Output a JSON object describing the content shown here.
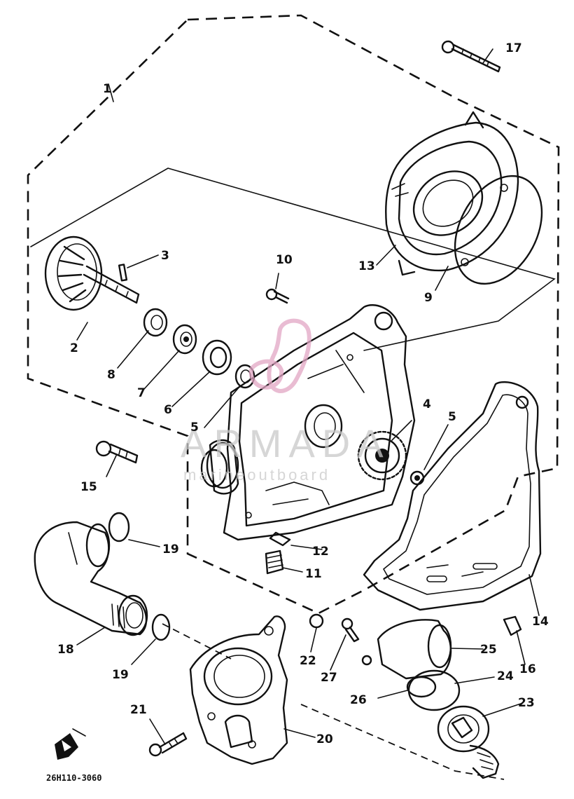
{
  "callouts": {
    "c1": "1",
    "c2": "2",
    "c3": "3",
    "c4": "4",
    "c5": "5",
    "c5b": "5",
    "c6": "6",
    "c7": "7",
    "c8": "8",
    "c9": "9",
    "c10": "10",
    "c11": "11",
    "c12": "12",
    "c13": "13",
    "c14": "14",
    "c15": "15",
    "c16": "16",
    "c17": "17",
    "c18": "18",
    "c19a": "19",
    "c19b": "19",
    "c20": "20",
    "c21": "21",
    "c22": "22",
    "c23": "23",
    "c24": "24",
    "c25": "25",
    "c26": "26",
    "c27": "27"
  },
  "part_code": "26H110-3060",
  "watermark": {
    "main": "ARMADA",
    "sub": "marineoutboard"
  },
  "colors": {
    "ink": "#111111",
    "watermark_logo": "#e2a6c4",
    "watermark_text": "#c9c9c9"
  },
  "icons": {
    "front_arrow": "front-direction-icon"
  }
}
